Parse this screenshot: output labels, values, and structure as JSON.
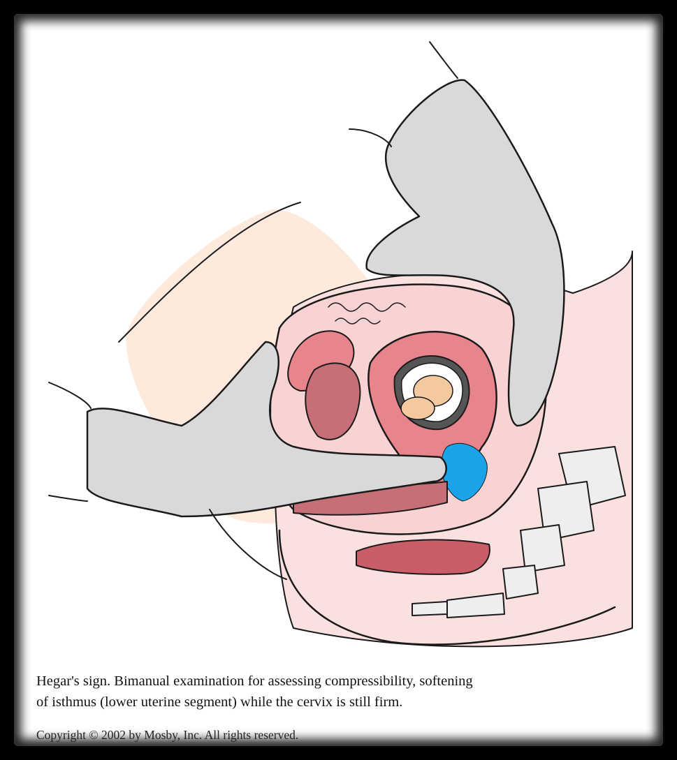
{
  "caption": {
    "line1": "Hegar's sign. Bimanual examination for assessing compressibility, softening",
    "line2": "of isthmus (lower uterine segment) while the cervix is still firm."
  },
  "copyright": "Copyright © 2002 by Mosby, Inc. All rights reserved.",
  "colors": {
    "frame": "#000000",
    "background": "#ffffff",
    "skin": "#fde9dc",
    "tissue_pink": "#f7c8c9",
    "uterine_wall": "#e8848c",
    "glove": "#d9d9d9",
    "highlight_isthmus": "#1aa3e8",
    "outline": "#1a1a1a"
  },
  "icons": [
    "fetus-icon",
    "gloved-hand-icon",
    "spine-icon"
  ]
}
